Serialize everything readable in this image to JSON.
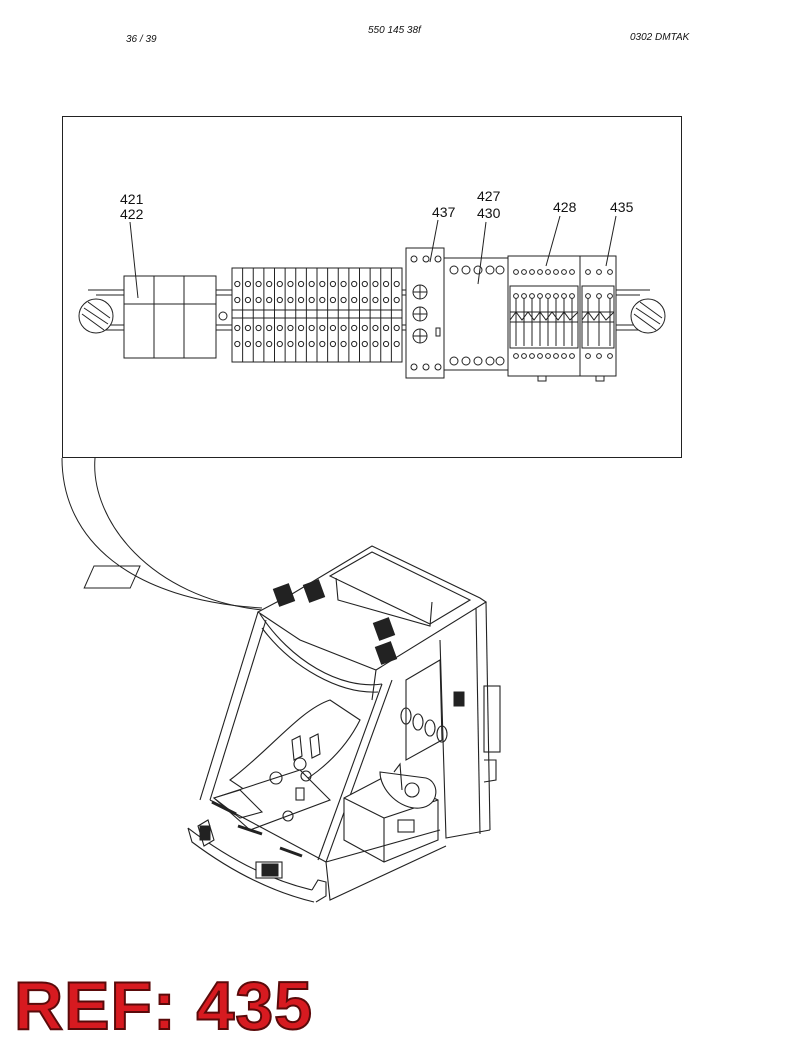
{
  "header": {
    "page": "36 / 39",
    "doc_number": "550 145 38f",
    "revision": "0302   DMTAK"
  },
  "callouts": {
    "c421": "421",
    "c422": "422",
    "c437": "437",
    "c427": "427",
    "c430": "430",
    "c428": "428",
    "c435": "435"
  },
  "ref_label": "REF: 435"
}
